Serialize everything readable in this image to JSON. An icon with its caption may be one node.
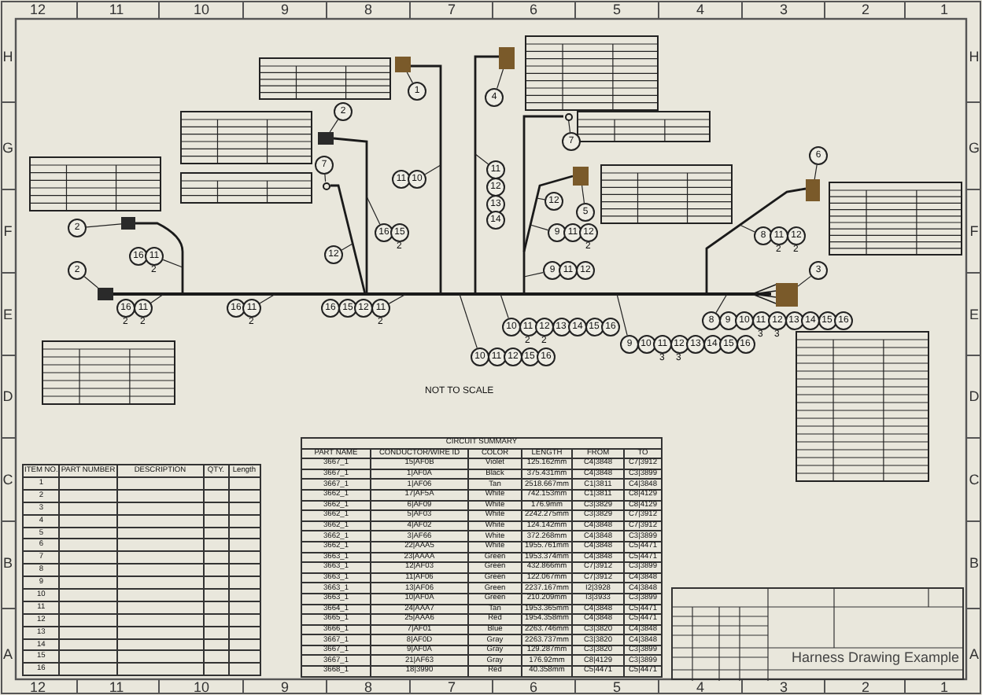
{
  "diagram": {
    "title": "Harness Drawing Example",
    "nodes": [
      {
        "text": [
          "1"
        ]
      },
      {
        "text": [
          "4"
        ]
      },
      {
        "text": [
          "2"
        ]
      },
      {
        "text": [
          "6"
        ]
      },
      {
        "text": [
          "7"
        ]
      },
      {
        "text": [
          "7"
        ]
      },
      {
        "text": [
          "11"
        ]
      },
      {
        "text": [
          "10"
        ]
      },
      {
        "text": [
          "11"
        ]
      },
      {
        "text": [
          "12"
        ]
      },
      {
        "text": [
          "13"
        ]
      },
      {
        "text": [
          "14"
        ]
      },
      {
        "text": [
          "12"
        ]
      },
      {
        "text": [
          "5"
        ]
      },
      {
        "text": [
          "2"
        ]
      },
      {
        "text": [
          "16"
        ]
      },
      {
        "text": [
          "15"
        ],
        "beside": [
          "2"
        ]
      },
      {
        "text": [
          "9"
        ]
      },
      {
        "text": [
          "11"
        ]
      },
      {
        "text": [
          "12"
        ],
        "beside": [
          "2"
        ]
      },
      {
        "text": [
          "8"
        ]
      },
      {
        "text": [
          "11"
        ],
        "beside": [
          "2"
        ]
      },
      {
        "text": [
          "12"
        ],
        "beside": [
          "2"
        ]
      },
      {
        "text": [
          "12"
        ]
      },
      {
        "text": [
          "16"
        ]
      },
      {
        "text": [
          "11"
        ],
        "beside": [
          "2"
        ]
      },
      {
        "text": [
          "2"
        ]
      },
      {
        "text": [
          "9"
        ]
      },
      {
        "text": [
          "11"
        ]
      },
      {
        "text": [
          "12"
        ]
      },
      {
        "text": [
          "3"
        ]
      },
      {
        "text": [
          "16"
        ],
        "beside": [
          "2"
        ]
      },
      {
        "text": [
          "11"
        ],
        "beside": [
          "2"
        ]
      },
      {
        "text": [
          "16"
        ]
      },
      {
        "text": [
          "11"
        ],
        "beside": [
          "2"
        ]
      },
      {
        "text": [
          "16"
        ]
      },
      {
        "text": [
          "15"
        ]
      },
      {
        "text": [
          "12"
        ]
      },
      {
        "text": [
          "11"
        ],
        "beside": [
          "2"
        ]
      },
      {
        "text": [
          "10"
        ]
      },
      {
        "text": [
          "11"
        ],
        "beside": [
          "2"
        ]
      },
      {
        "text": [
          "12"
        ],
        "beside": [
          "2"
        ]
      },
      {
        "text": [
          "13"
        ]
      },
      {
        "text": [
          "14"
        ]
      },
      {
        "text": [
          "15"
        ]
      },
      {
        "text": [
          "16"
        ]
      },
      {
        "text": [
          "8"
        ]
      },
      {
        "text": [
          "9"
        ]
      },
      {
        "text": [
          "10"
        ]
      },
      {
        "text": [
          "11"
        ],
        "beside": [
          "3"
        ]
      },
      {
        "text": [
          "12"
        ],
        "beside": [
          "3"
        ]
      },
      {
        "text": [
          "13"
        ]
      },
      {
        "text": [
          "14"
        ]
      },
      {
        "text": [
          "15"
        ]
      },
      {
        "text": [
          "16"
        ]
      },
      {
        "text": [
          "10"
        ]
      },
      {
        "text": [
          "11"
        ]
      },
      {
        "text": [
          "12"
        ]
      },
      {
        "text": [
          "15"
        ]
      },
      {
        "text": [
          "16"
        ]
      },
      {
        "text": [
          "9"
        ]
      },
      {
        "text": [
          "10"
        ]
      },
      {
        "text": [
          "11"
        ],
        "beside": [
          "3"
        ]
      },
      {
        "text": [
          "12"
        ],
        "beside": [
          "3"
        ]
      },
      {
        "text": [
          "13"
        ]
      },
      {
        "text": [
          "14"
        ]
      },
      {
        "text": [
          "15"
        ]
      },
      {
        "text": [
          "16"
        ]
      },
      {
        "text": [],
        "shape": "box"
      },
      {
        "text": [],
        "shape": "box"
      },
      {
        "text": [],
        "shape": "box"
      },
      {
        "text": [],
        "shape": "circle"
      },
      {
        "text": [],
        "shape": "box"
      },
      {
        "text": [],
        "shape": "box"
      },
      {
        "text": [],
        "shape": "circle"
      },
      {
        "text": [],
        "shape": "box"
      },
      {
        "text": [],
        "shape": "box"
      },
      {
        "text": [],
        "shape": "box"
      }
    ],
    "edges": [
      {
        "from": 0,
        "to": 72,
        "arrow": "none"
      },
      {
        "from": 1,
        "to": 73,
        "arrow": "none"
      },
      {
        "from": 2,
        "to": 70,
        "arrow": "none"
      },
      {
        "from": 3,
        "to": 76,
        "arrow": "none"
      },
      {
        "from": 4,
        "to": 71,
        "arrow": "none"
      },
      {
        "from": 5,
        "to": 74,
        "arrow": "none"
      },
      {
        "from": 7,
        "to": null,
        "arrow": "none"
      },
      {
        "from": 8,
        "to": null,
        "arrow": "none"
      },
      {
        "from": 12,
        "to": null,
        "arrow": "none"
      },
      {
        "from": 13,
        "to": 75,
        "arrow": "none"
      },
      {
        "from": 15,
        "to": null,
        "arrow": "none"
      },
      {
        "from": 17,
        "to": null,
        "arrow": "none"
      },
      {
        "from": 20,
        "to": null,
        "arrow": "none"
      },
      {
        "from": 23,
        "to": null,
        "arrow": "none"
      },
      {
        "from": 25,
        "to": null,
        "arrow": "none"
      },
      {
        "from": 14,
        "to": 69,
        "arrow": "none"
      },
      {
        "from": 26,
        "to": 68,
        "arrow": "none"
      },
      {
        "from": 27,
        "to": null,
        "arrow": "none"
      },
      {
        "from": 30,
        "to": 77,
        "arrow": "none"
      },
      {
        "from": 32,
        "to": null,
        "arrow": "none"
      },
      {
        "from": 34,
        "to": null,
        "arrow": "none"
      },
      {
        "from": 38,
        "to": null,
        "arrow": "none"
      },
      {
        "from": 39,
        "to": null,
        "arrow": "none"
      },
      {
        "from": 46,
        "to": null,
        "arrow": "none"
      },
      {
        "from": 55,
        "to": null,
        "arrow": "none"
      },
      {
        "from": 60,
        "to": null,
        "arrow": "none"
      }
    ],
    "labels": [
      "12",
      "11",
      "10",
      "9",
      "8",
      "7",
      "6",
      "5",
      "4",
      "3",
      "2",
      "1",
      "12",
      "11",
      "10",
      "9",
      "8",
      "7",
      "6",
      "5",
      "4",
      "3",
      "2",
      "1",
      "H",
      "G",
      "F",
      "E",
      "D",
      "C",
      "B",
      "A",
      "H",
      "G",
      "F",
      "E",
      "D",
      "C",
      "B",
      "A",
      "NOT TO SCALE",
      "CIRCUIT SUMMARY",
      "PART NAME",
      "CONDUCTOR/WIRE ID",
      "COLOR",
      "LENGTH",
      "FROM",
      "TO",
      "3667_1",
      "15|AF0B",
      "Violet",
      "125.162mm",
      "C4|3848",
      "C7|3912",
      "3667_1",
      "1|AF0A",
      "Black",
      "375.431mm",
      "C4|3848",
      "C3|3899",
      "3667_1",
      "1|AF06",
      "Tan",
      "2518.667mm",
      "C1|3811",
      "C4|3848",
      "3662_1",
      "17|AF5A",
      "White",
      "742.153mm",
      "C1|3811",
      "C8|4129",
      "3662_1",
      "6|AF09",
      "White",
      "176.9mm",
      "C3|3829",
      "C8|4129",
      "3662_1",
      "5|AF03",
      "White",
      "2242.275mm",
      "C3|3829",
      "C7|3912",
      "3662_1",
      "4|AF02",
      "White",
      "124.142mm",
      "C4|3848",
      "C7|3912",
      "3662_1",
      "3|AF66",
      "White",
      "372.268mm",
      "C4|3848",
      "C3|3899",
      "3662_1",
      "22|AAA5",
      "White",
      "1955.761mm",
      "C4|3848",
      "C5|4471",
      "3663_1",
      "23|AAAA",
      "Green",
      "1953.374mm",
      "C4|3848",
      "C5|4471",
      "3663_1",
      "12|AF03",
      "Green",
      "432.866mm",
      "C7|3912",
      "C3|3899",
      "3663_1",
      "11|AF06",
      "Green",
      "122.067mm",
      "C7|3912",
      "C4|3848",
      "3663_1",
      "13|AF06",
      "Green",
      "2237.167mm",
      "I2|3928",
      "C4|3848",
      "3663_1",
      "10|AF0A",
      "Green",
      "210.209mm",
      "I3|3933",
      "C3|3899",
      "3664_1",
      "24|AAA7",
      "Tan",
      "1953.365mm",
      "C4|3848",
      "C5|4471",
      "3665_1",
      "25|AAA6",
      "Red",
      "1954.358mm",
      "C4|3848",
      "C5|4471",
      "3666_1",
      "7|AF01",
      "Blue",
      "2263.746mm",
      "C3|3820",
      "C4|3848",
      "3667_1",
      "8|AF0D",
      "Gray",
      "2263.737mm",
      "C3|3820",
      "C4|3848",
      "3667_1",
      "9|AF0A",
      "Gray",
      "129.287mm",
      "C3|3820",
      "C3|3899",
      "3667_1",
      "21|AF63",
      "Gray",
      "176.92mm",
      "C8|4129",
      "C3|3899",
      "3668_1",
      "18|3990",
      "Red",
      "40.358mm",
      "C5|4471",
      "C5|4471",
      "ITEM NO.",
      "PART NUMBER",
      "DESCRIPTION",
      "QTY.",
      "Length",
      "1",
      "2",
      "3",
      "4",
      "5",
      "6",
      "7",
      "8",
      "9",
      "10",
      "11",
      "12",
      "13",
      "14",
      "15",
      "16"
    ]
  }
}
